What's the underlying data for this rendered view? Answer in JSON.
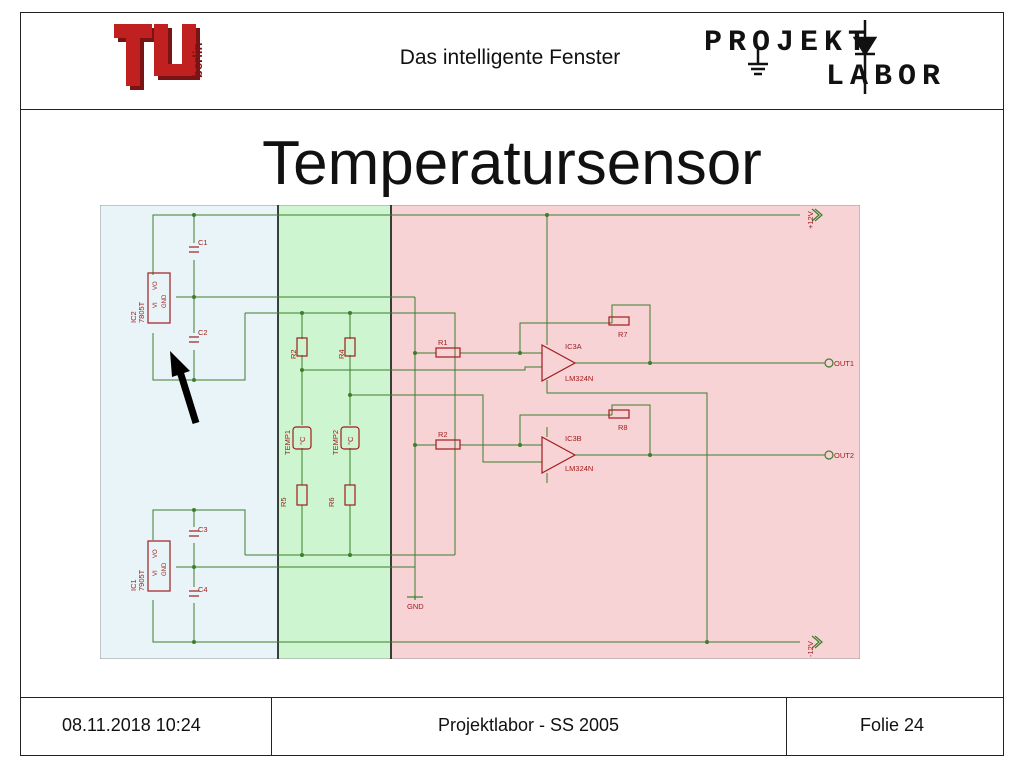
{
  "header": {
    "title": "Das intelligente Fenster",
    "logo_left": {
      "main": "TU",
      "sub": "berlin"
    },
    "logo_right": {
      "line1": "PROJEKT",
      "line2": "LABOR"
    }
  },
  "slide": {
    "title": "Temperatursensor"
  },
  "schematic": {
    "zone_colors": {
      "power": "#e8f4f7",
      "sensor": "#cdf5cf",
      "amplifier": "#f7d3d6"
    },
    "wire_color": "#3e7d2e",
    "part_color": "#a11d1d",
    "labels": {
      "c1": "C1",
      "c2": "C2",
      "c3": "C3",
      "c4": "C4",
      "ic2": "IC2",
      "ic2_type": "7805T",
      "ic1": "IC1",
      "ic1_type": "7905T",
      "r1": "R1",
      "r2": "R2",
      "r3": "R3",
      "r4": "R4",
      "r5": "R5",
      "r6": "R6",
      "r7": "R7",
      "r8": "R8",
      "temp1": "TEMP1",
      "temp2": "TEMP2",
      "degc": "°C",
      "ic3a": "IC3A",
      "ic3b": "IC3B",
      "lm324": "LM324N",
      "out1": "OUT1",
      "out2": "OUT2",
      "gnd": "GND",
      "p12v": "+12V",
      "m12v": "-12V",
      "vi": "VI",
      "vo": "VO",
      "gndpin": "GND"
    }
  },
  "footer": {
    "date": "08.11.2018 10:24",
    "course": "Projektlabor - SS 2005",
    "slide_no": "Folie 24"
  }
}
